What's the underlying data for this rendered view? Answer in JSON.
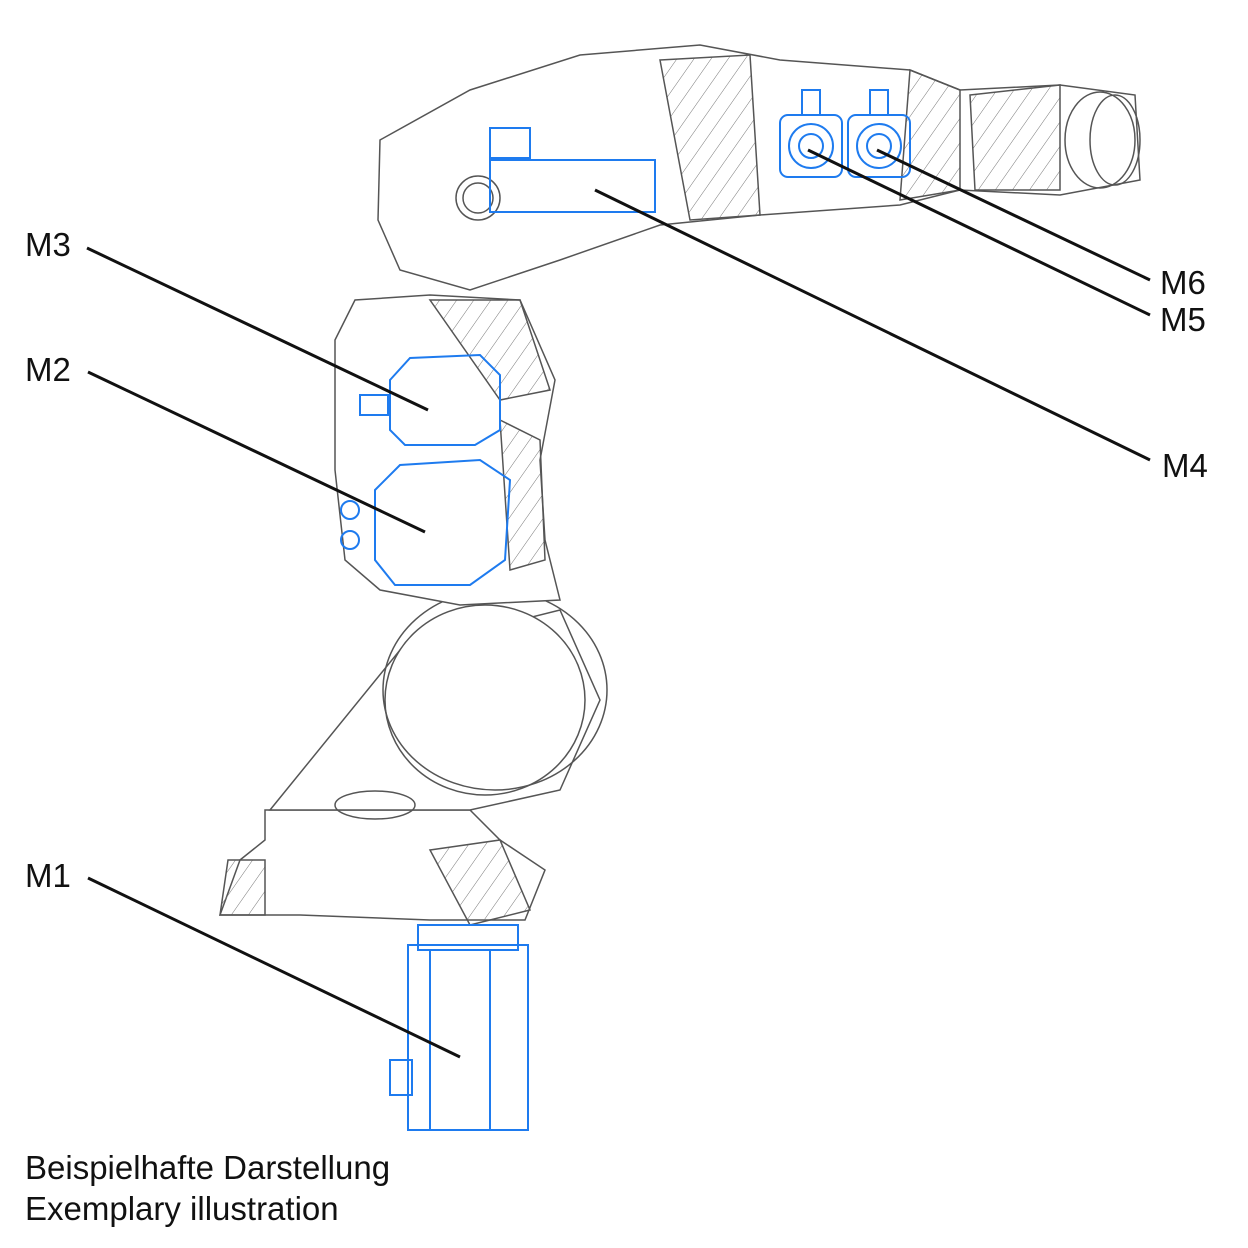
{
  "labels": {
    "m1": "M1",
    "m2": "M2",
    "m3": "M3",
    "m4": "M4",
    "m5": "M5",
    "m6": "M6"
  },
  "caption": {
    "de": "Beispielhafte Darstellung",
    "en": "Exemplary illustration"
  },
  "colors": {
    "outline": "#555555",
    "motor": "#1e7bef",
    "leader": "#111111"
  }
}
